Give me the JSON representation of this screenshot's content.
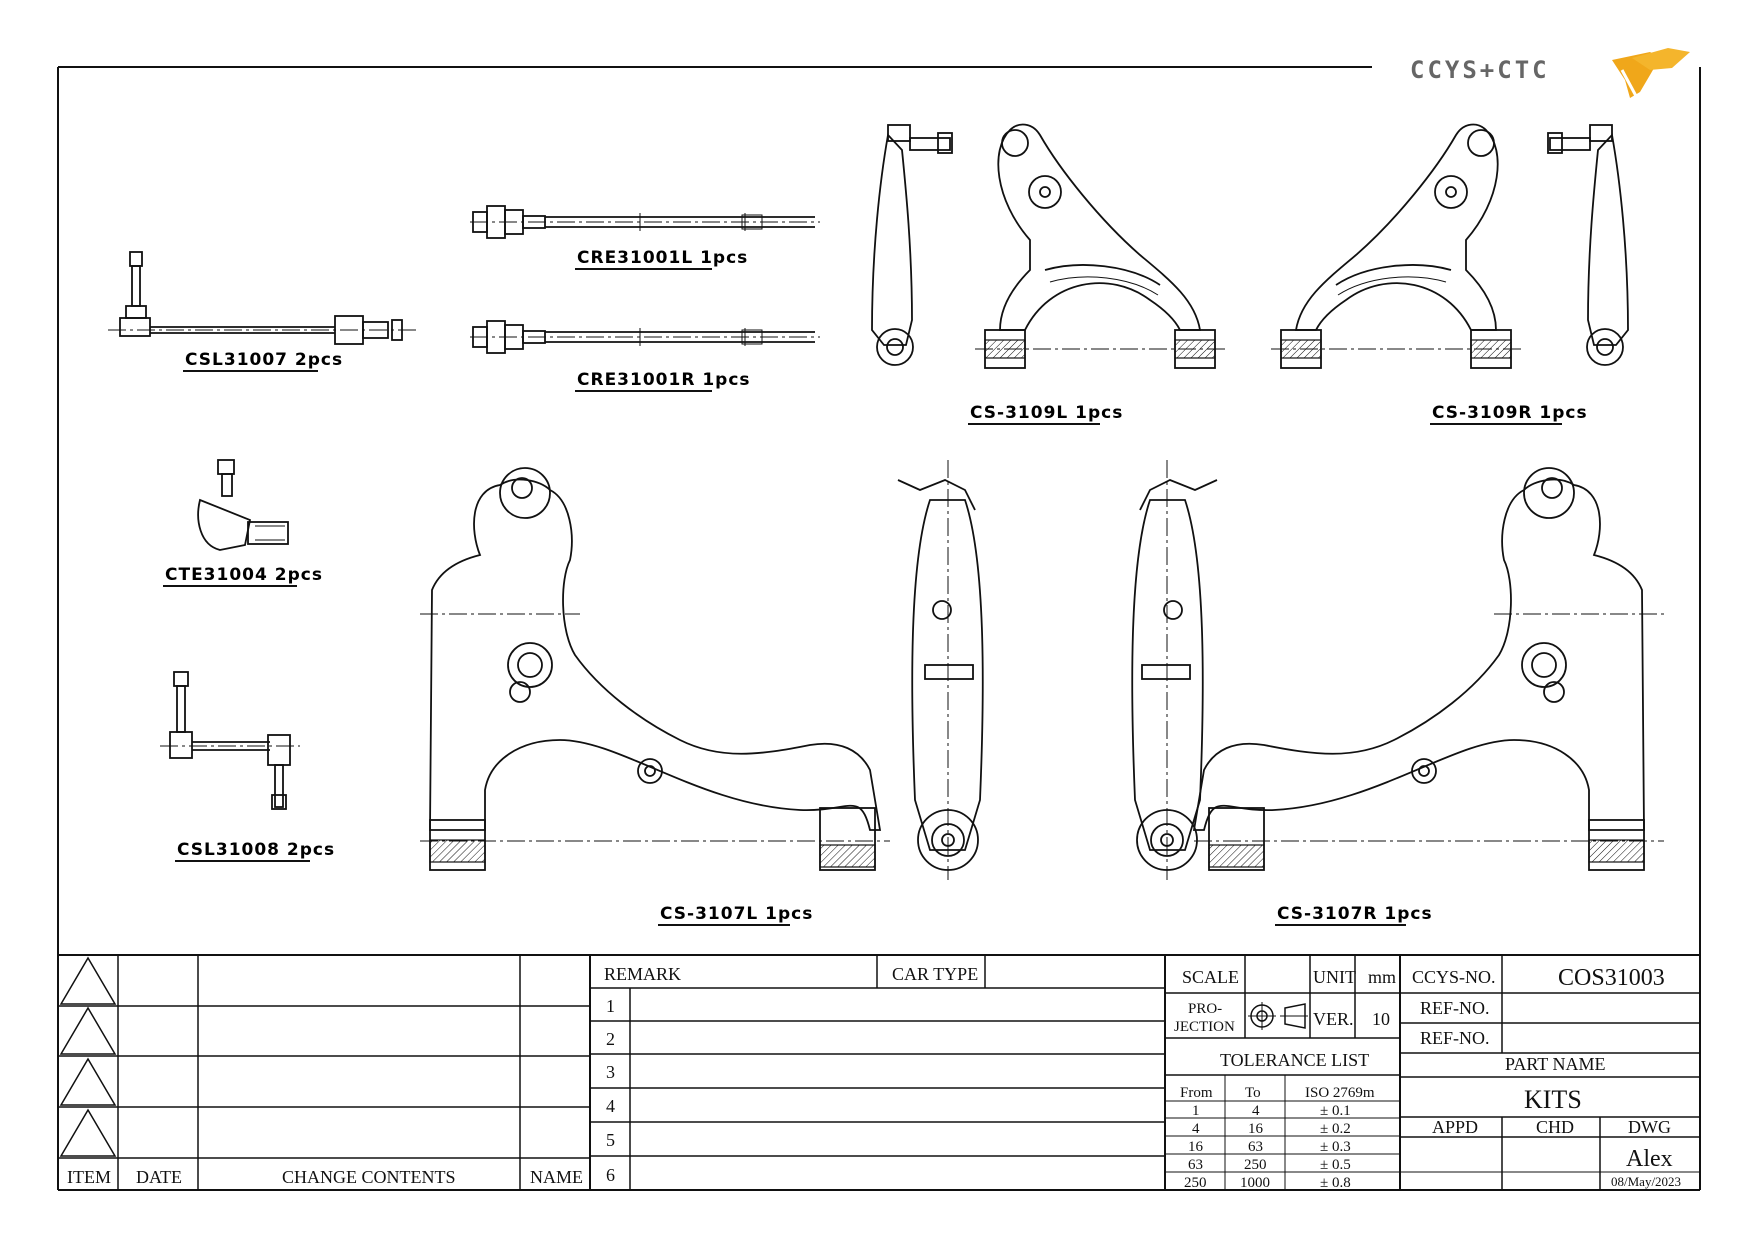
{
  "brand": {
    "logo_text": "CCYS+CTC"
  },
  "parts": {
    "csl31007": "CSL31007  2pcs",
    "cre31001l": "CRE31001L  1pcs",
    "cre31001r": "CRE31001R  1pcs",
    "cs3109l": "CS-3109L  1pcs",
    "cs3109r": "CS-3109R  1pcs",
    "cte31004": "CTE31004  2pcs",
    "csl31008": "CSL31008  2pcs",
    "cs3107l": "CS-3107L  1pcs",
    "cs3107r": "CS-3107R  1pcs"
  },
  "revision_table": {
    "headers": {
      "item": "ITEM",
      "date": "DATE",
      "change": "CHANGE CONTENTS",
      "name": "NAME"
    }
  },
  "remark_table": {
    "remark_label": "REMARK",
    "car_type_label": "CAR TYPE",
    "rows": [
      "1",
      "2",
      "3",
      "4",
      "5",
      "6"
    ]
  },
  "title_block": {
    "scale_label": "SCALE",
    "unit_label": "UNIT",
    "unit_value": "mm",
    "projection_label_1": "PRO-",
    "projection_label_2": "JECTION",
    "ver_label": "VER.",
    "ver_value": "10",
    "ccys_no_label": "CCYS-NO.",
    "ccys_no_value": "COS31003",
    "ref_no_label_1": "REF-NO.",
    "ref_no_label_2": "REF-NO.",
    "part_name_label": "PART NAME",
    "part_name_value": "KITS",
    "appd_label": "APPD",
    "chd_label": "CHD",
    "dwg_label": "DWG",
    "dwg_value": "Alex",
    "date_value": "08/May/2023"
  },
  "tolerance": {
    "title": "TOLERANCE LIST",
    "headers": [
      "From",
      "To",
      "ISO 2769m"
    ],
    "rows": [
      [
        "1",
        "4",
        "± 0.1"
      ],
      [
        "4",
        "16",
        "± 0.2"
      ],
      [
        "16",
        "63",
        "± 0.3"
      ],
      [
        "63",
        "250",
        "± 0.5"
      ],
      [
        "250",
        "1000",
        "± 0.8"
      ]
    ]
  }
}
